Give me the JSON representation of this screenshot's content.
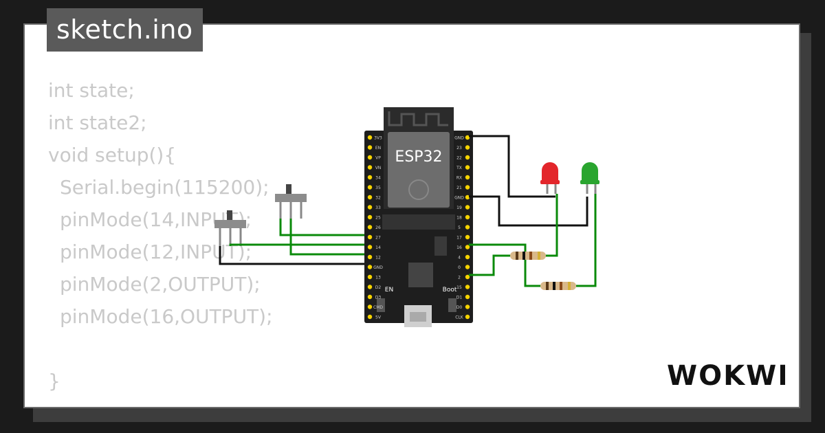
{
  "tab": {
    "label": "sketch.ino"
  },
  "code_lines": [
    "int state;",
    "int state2;",
    "void setup(){",
    "Serial.begin(115200);",
    "pinMode(14,INPUT);",
    "pinMode(12,INPUT);",
    "pinMode(2,OUTPUT);",
    "pinMode(16,OUTPUT);",
    "",
    "}"
  ],
  "board": {
    "chip_label": "ESP32",
    "en_label": "EN",
    "boot_label": "Boot",
    "left_pins": [
      "3V3",
      "EN",
      "VP",
      "VN",
      "34",
      "35",
      "32",
      "33",
      "25",
      "26",
      "27",
      "14",
      "12",
      "GND",
      "13",
      "D2",
      "D3",
      "CMD",
      "5V"
    ],
    "right_pins": [
      "GND",
      "23",
      "22",
      "TX",
      "RX",
      "21",
      "GND",
      "19",
      "18",
      "5",
      "17",
      "16",
      "4",
      "0",
      "2",
      "15",
      "D1",
      "D0",
      "CLK"
    ]
  },
  "leds": [
    {
      "name": "red-led",
      "color": "#e3262b"
    },
    {
      "name": "green-led",
      "color": "#2aa52f"
    }
  ],
  "colors": {
    "background": "#1b1b1b",
    "card": "#ffffff",
    "tab": "#5a5a5a",
    "code_text": "#c9c9c9",
    "board": "#1e1e1e",
    "pin": "#f5d300",
    "wire_green": "#0a8a0a",
    "wire_black": "#111111"
  },
  "brand": {
    "logo": "WOKWI"
  }
}
